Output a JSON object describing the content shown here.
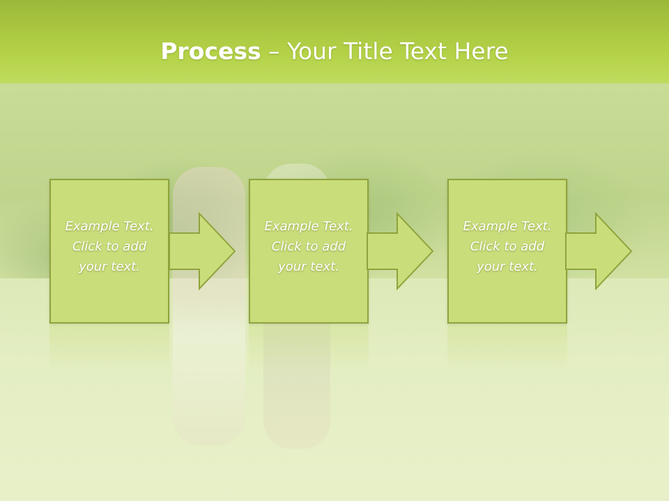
{
  "slide": {
    "title_bold": "Process",
    "title_rest": " – Your Title Text Here"
  },
  "steps": [
    {
      "line1": "Example Text.",
      "line2": "Click  to add",
      "line3": "your text."
    },
    {
      "line1": "Example Text.",
      "line2": "Click  to add",
      "line3": "your text."
    },
    {
      "line1": "Example Text.",
      "line2": "Click  to add",
      "line3": "your text."
    }
  ],
  "colors": {
    "header_green": "#b4d247",
    "box_fill": "#c9dd7b",
    "box_border": "#8fa33c",
    "text": "#ffffff"
  }
}
